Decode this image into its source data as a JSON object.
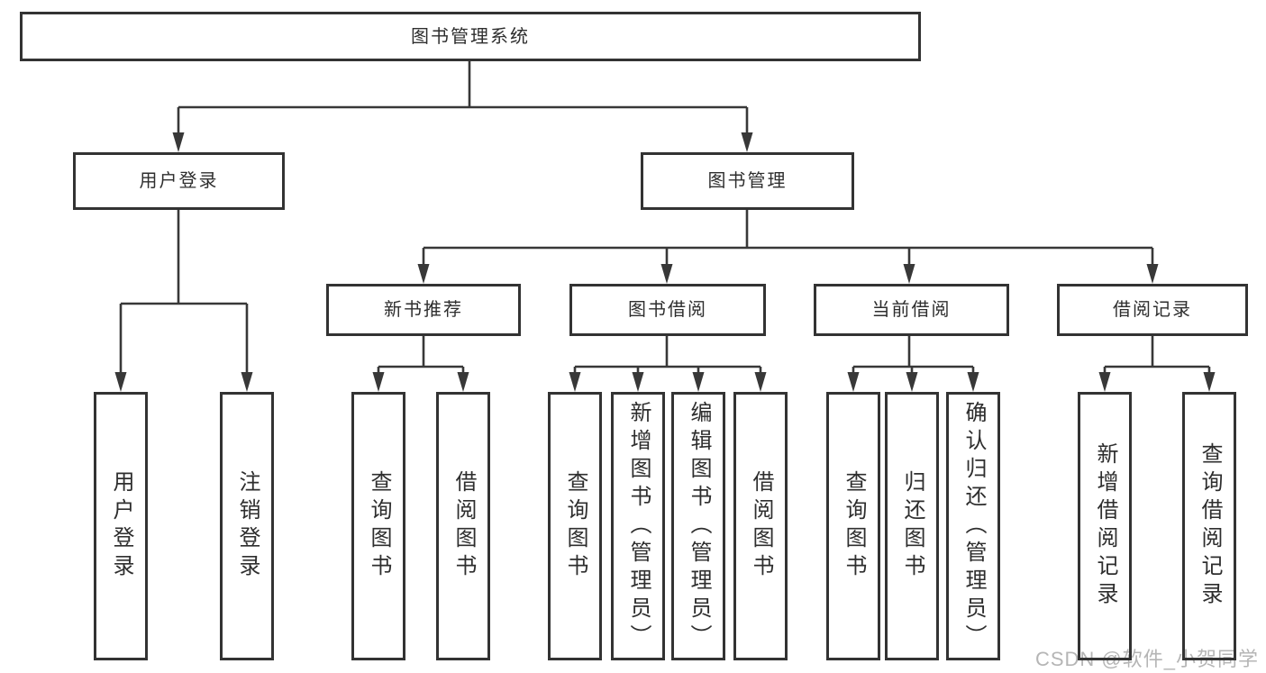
{
  "diagram": {
    "title_node": "图书管理系统",
    "level2": {
      "user_login": "用户登录",
      "book_mgmt": "图书管理"
    },
    "level3": {
      "new_recommend": "新书推荐",
      "book_borrow": "图书借阅",
      "current_borrow": "当前借阅",
      "borrow_records": "借阅记录"
    },
    "leaves": {
      "user_login": "用户登录",
      "logout": "注销登录",
      "new_query_books": "查询图书",
      "new_borrow_books": "借阅图书",
      "bb_query_books": "查询图书",
      "bb_add_books_admin": "新增图书（管理员）",
      "bb_edit_books_admin": "编辑图书（管理员）",
      "bb_borrow_books": "借阅图书",
      "cb_query_books": "查询图书",
      "cb_return_books": "归还图书",
      "cb_confirm_return_admin": "确认归还（管理员）",
      "rec_add_record": "新增借阅记录",
      "rec_query_record": "查询借阅记录"
    }
  },
  "watermark": {
    "text": "CSDN @软件_小贺同学"
  },
  "colors": {
    "line": "#383838",
    "box_border": "#333333",
    "text": "#2e2e2e",
    "watermark": "#b5b5b5",
    "background": "#ffffff"
  }
}
